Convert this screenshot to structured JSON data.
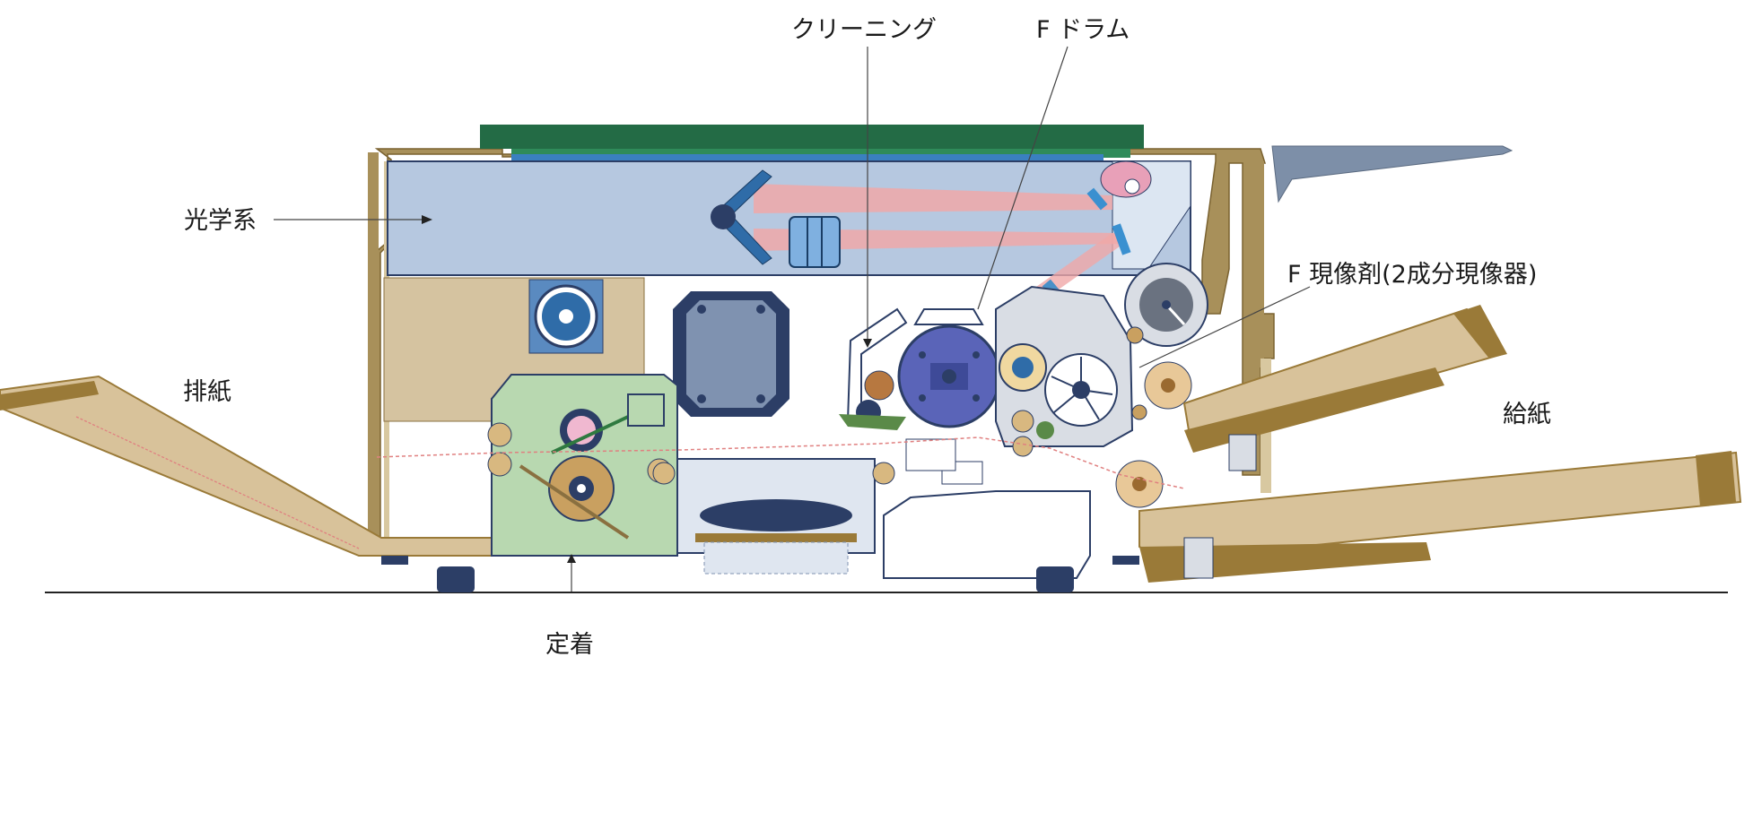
{
  "labels": {
    "cleaning": "クリーニング",
    "f_drum": "F ドラム",
    "optics": "光学系",
    "developer": "F 現像剤(2成分現像器)",
    "exit": "排紙",
    "feed": "給紙",
    "fixing": "定着"
  },
  "colors": {
    "frame": "#a8905a",
    "frame_light": "#d8c8a0",
    "optics_box": "#b6c8e0",
    "cover": "#236b45",
    "fixing_unit": "#b8d8b0",
    "drum": "#5a64b8",
    "beam": "#f0a8a8",
    "tray": "#d8c29a",
    "tray_dark": "#9a7a38",
    "paper_path": "#e08080",
    "dark_blue": "#2c3e66"
  }
}
